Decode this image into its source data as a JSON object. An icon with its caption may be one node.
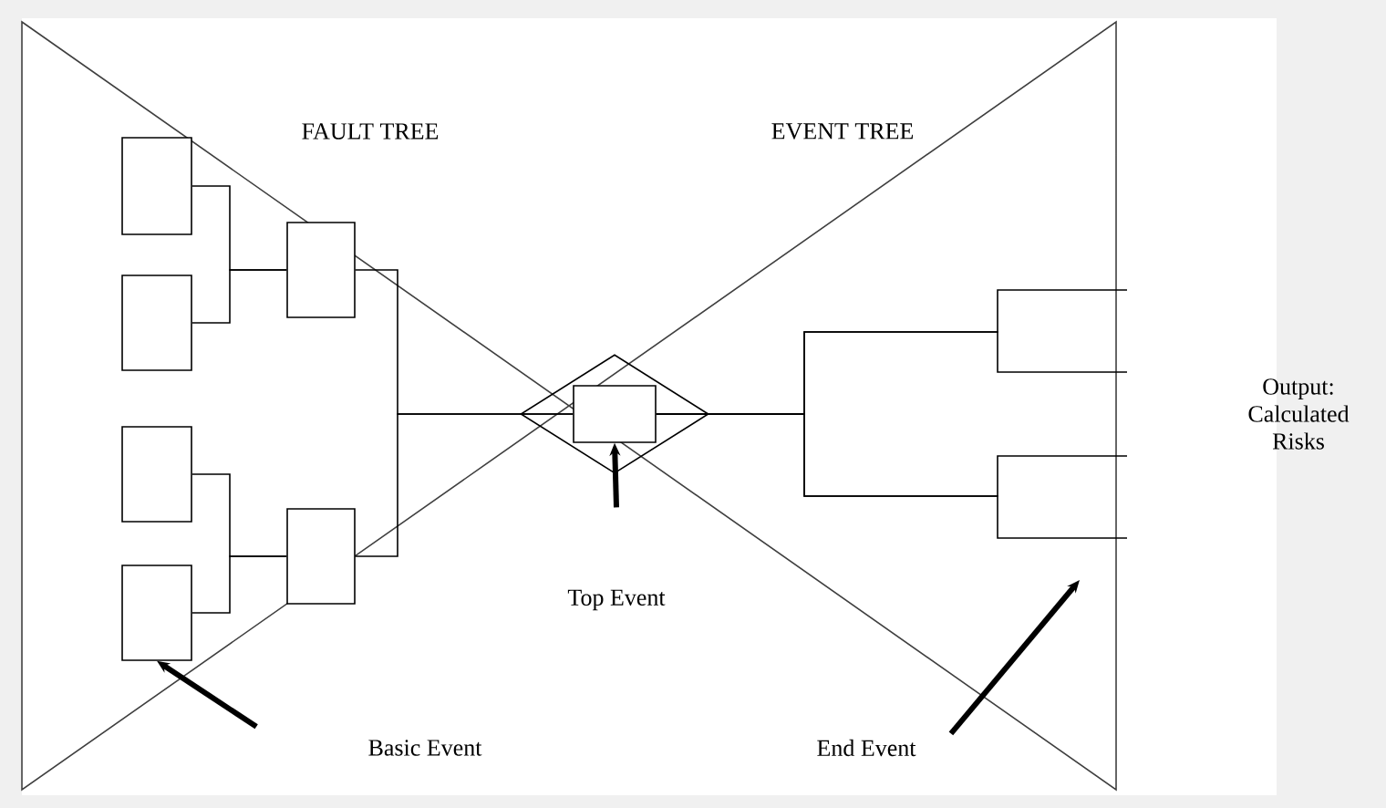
{
  "diagram": {
    "nodes": [
      {
        "text": [],
        "shape": "box"
      },
      {
        "text": [],
        "shape": "box"
      },
      {
        "text": [],
        "shape": "box"
      },
      {
        "text": [],
        "shape": "box"
      },
      {
        "text": [],
        "shape": "box"
      },
      {
        "text": [],
        "shape": "box"
      },
      {
        "text": [],
        "shape": "diamond"
      },
      {
        "text": [],
        "shape": "box",
        "in": 6
      },
      {
        "text": [
          "Top Event"
        ]
      },
      {
        "text": [
          "Basic Event"
        ]
      },
      {
        "text": [
          "End Event"
        ]
      }
    ],
    "edges": [
      {
        "from": 0,
        "to": 2,
        "arrow": "none"
      },
      {
        "from": 1,
        "to": 2,
        "arrow": "none"
      },
      {
        "from": 3,
        "to": 4,
        "arrow": "none"
      },
      {
        "from": 5,
        "to": 4,
        "arrow": "none"
      },
      {
        "from": 2,
        "to": 7,
        "arrow": "none"
      },
      {
        "from": 4,
        "to": 7,
        "arrow": "none"
      },
      {
        "from": 7,
        "to": null,
        "arrow": "none"
      },
      {
        "from": 7,
        "to": null,
        "arrow": "none"
      },
      {
        "from": 7,
        "to": null,
        "arrow": "none"
      },
      {
        "from": 7,
        "to": null,
        "arrow": "none"
      },
      {
        "from": 8,
        "to": 7,
        "arrow": "to",
        "style": "thick"
      },
      {
        "from": 9,
        "to": 5,
        "arrow": "to",
        "style": "thick"
      },
      {
        "from": 10,
        "to": null,
        "arrow": "to",
        "style": "thick"
      }
    ],
    "labels": [
      "FAULT TREE",
      "EVENT TREE",
      "Output: Calculated Risks"
    ]
  }
}
